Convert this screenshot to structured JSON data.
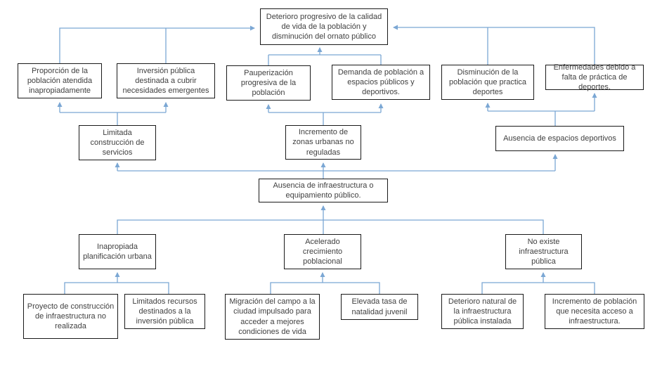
{
  "diagram": {
    "type": "problem-tree",
    "language": "es",
    "colors": {
      "connector": "#7ba7d4",
      "node_border": "#191919",
      "node_fill": "#ffffff",
      "text": "#404040"
    },
    "nodes": {
      "top_effect": "Deterioro progresivo de la calidad de vida de la población y disminución del ornato público",
      "proporcion": "Proporción de la población atendida inapropiadamente",
      "inversion": "Inversión pública destinada a cubrir necesidades emergentes",
      "pauperizacion": "Pauperización progresiva de la población",
      "demanda": "Demanda de población a espacios públicos y deportivos.",
      "disminucion": "Disminución de la población que practica deportes",
      "enfermedades": "Enfermedades debido a falta de práctica de deportes.",
      "limitada": "Limitada construcción de servicios",
      "incremento_zonas": "Incremento de zonas urbanas no reguladas",
      "ausencia_espacios": "Ausencia de espacios deportivos",
      "ausencia_infraestructura": "Ausencia de infraestructura o equipamiento público.",
      "inapropiada": "Inapropiada planificación urbana",
      "acelerado": "Acelerado crecimiento poblacional",
      "no_existe": "No existe infraestructura pública",
      "proyecto": "Proyecto de construcción de infraestructura no realizada",
      "limitados": "Limitados recursos destinados a la inversión pública",
      "migracion": "Migración del campo a la ciudad impulsado para acceder a mejores condiciones de vida",
      "elevada": "Elevada tasa de natalidad juvenil",
      "deterioro_natural": "Deterioro natural de la infraestructura pública instalada",
      "incremento_poblacion": "Incremento de población que necesita acceso a infraestructura."
    },
    "edges": [
      {
        "from": "proporcion",
        "to": "top_effect"
      },
      {
        "from": "inversion",
        "to": "top_effect"
      },
      {
        "from": "pauperizacion",
        "to": "top_effect"
      },
      {
        "from": "demanda",
        "to": "top_effect"
      },
      {
        "from": "disminucion",
        "to": "top_effect"
      },
      {
        "from": "enfermedades",
        "to": "top_effect"
      },
      {
        "from": "limitada",
        "to": "proporcion"
      },
      {
        "from": "limitada",
        "to": "inversion"
      },
      {
        "from": "incremento_zonas",
        "to": "pauperizacion"
      },
      {
        "from": "incremento_zonas",
        "to": "demanda"
      },
      {
        "from": "ausencia_espacios",
        "to": "disminucion"
      },
      {
        "from": "ausencia_espacios",
        "to": "enfermedades"
      },
      {
        "from": "ausencia_infraestructura",
        "to": "limitada"
      },
      {
        "from": "ausencia_infraestructura",
        "to": "incremento_zonas"
      },
      {
        "from": "ausencia_infraestructura",
        "to": "ausencia_espacios"
      },
      {
        "from": "inapropiada",
        "to": "ausencia_infraestructura"
      },
      {
        "from": "acelerado",
        "to": "ausencia_infraestructura"
      },
      {
        "from": "no_existe",
        "to": "ausencia_infraestructura"
      },
      {
        "from": "proyecto",
        "to": "inapropiada"
      },
      {
        "from": "limitados",
        "to": "inapropiada"
      },
      {
        "from": "migracion",
        "to": "acelerado"
      },
      {
        "from": "elevada",
        "to": "acelerado"
      },
      {
        "from": "deterioro_natural",
        "to": "no_existe"
      },
      {
        "from": "incremento_poblacion",
        "to": "no_existe"
      }
    ]
  }
}
